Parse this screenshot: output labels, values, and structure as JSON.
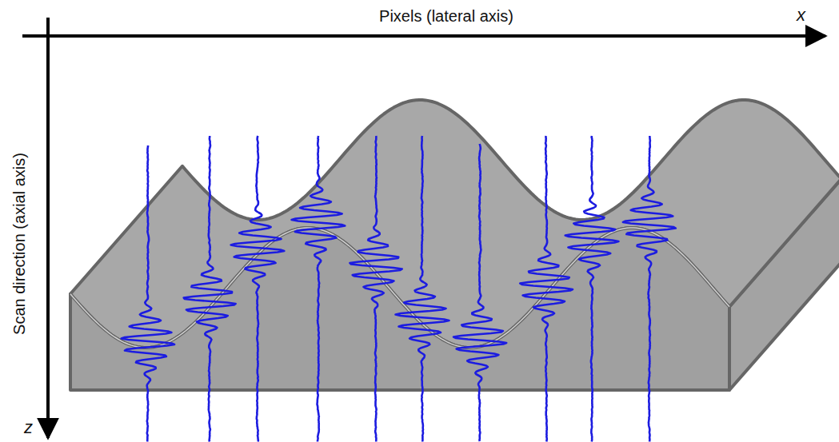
{
  "diagram": {
    "labels": [
      "Pixels (lateral axis)",
      "x",
      "Scan direction (axial axis)",
      "z"
    ]
  }
}
